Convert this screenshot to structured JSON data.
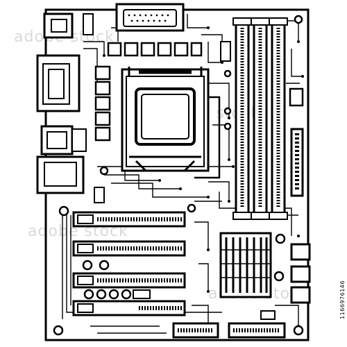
{
  "image": {
    "description_text": {
      "watermark": "adobe stock",
      "stock_id": "1166976146"
    }
  },
  "colors": {
    "ink": "#000000",
    "paper": "#ffffff",
    "watermark": "#d9d9d9"
  },
  "components": {
    "ram_slot_count": 3,
    "pci_slot_count": 4,
    "io_ports": [
      "vga-port",
      "ps2-port",
      "usb-port",
      "audio-port"
    ]
  }
}
